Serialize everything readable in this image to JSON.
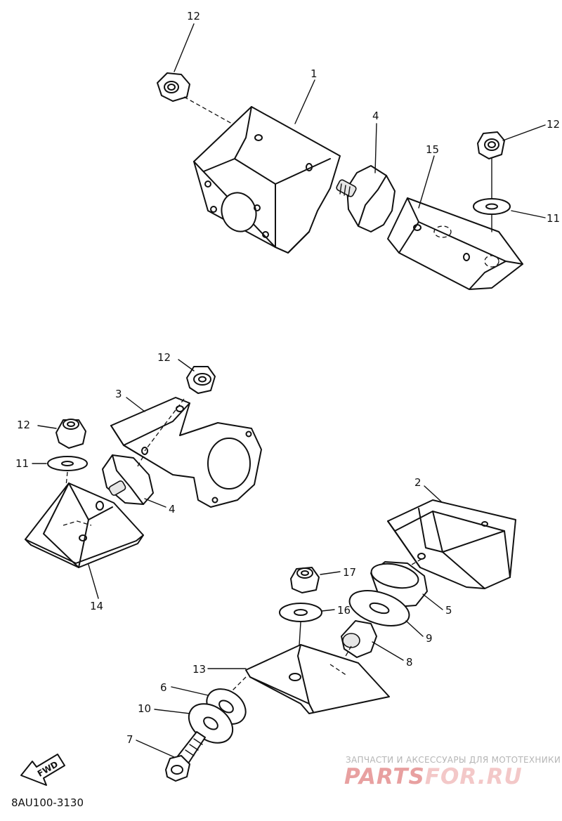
{
  "diagram": {
    "callouts": {
      "c1": "1",
      "c2": "2",
      "c3": "3",
      "c4a": "4",
      "c4b": "4",
      "c5": "5",
      "c6": "6",
      "c7": "7",
      "c8": "8",
      "c9": "9",
      "c10": "10",
      "c11a": "11",
      "c11b": "11",
      "c12a": "12",
      "c12b": "12",
      "c12c": "12",
      "c12d": "12",
      "c13": "13",
      "c14": "14",
      "c15": "15",
      "c16": "16",
      "c17": "17"
    },
    "fwd_label": "FWD",
    "diagram_code": "8AU100-3130"
  },
  "watermark": {
    "caption": "ЗАПЧАСТИ И АКСЕССУАРЫ ДЛЯ МОТОТЕХНИКИ",
    "logo_main": "PARTS",
    "logo_accent": "FOR.RU",
    "colors": {
      "main": "#e8a0a0",
      "accent": "#f3c8c8"
    }
  }
}
